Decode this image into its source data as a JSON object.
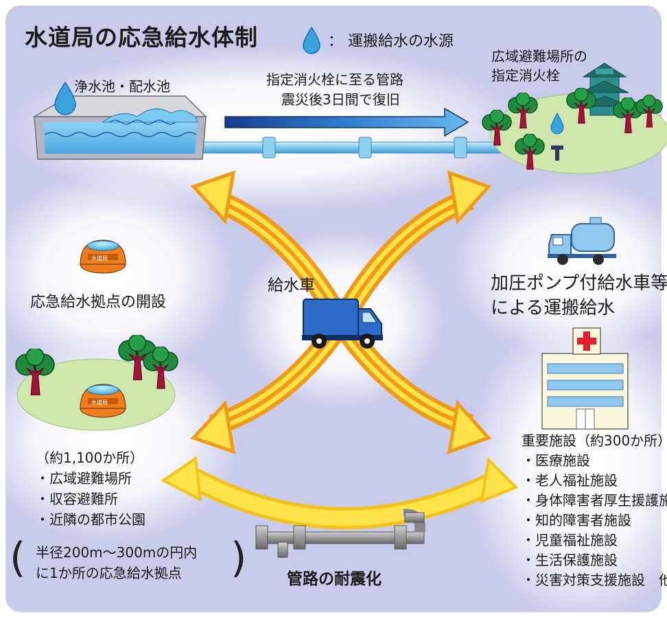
{
  "title": "水道局の応急給水体制",
  "legend": {
    "icon": "water-drop-icon",
    "text": "：  運搬給水の水源"
  },
  "reservoir_label": "浄水池・配水池",
  "pipeline_label": [
    "指定消火栓に至る管路",
    "震災後3日間で復旧"
  ],
  "shelter_label": [
    "広域避難場所の",
    "指定消火栓"
  ],
  "truck_label": "給水車",
  "left_mid_label": "応急給水拠点の開設",
  "right_mid_label": [
    "加圧ポンプ付給水車等",
    "による運搬給水"
  ],
  "left_list": {
    "heading": "（約1,100か所）",
    "items": [
      "・広域避難場所",
      "・収容避難所",
      "・近隣の都市公園"
    ]
  },
  "radius_note": [
    "半径200m～300mの円内",
    "に1か所の応急給水拠点"
  ],
  "pipe_label": "管路の耐震化",
  "right_list": {
    "heading": "重要施設（約300か所）",
    "items": [
      "・医療施設",
      "・老人福祉施設",
      "・身体障害者厚生援護施設",
      "・知的障害者施設",
      "・児童福祉施設",
      "・生活保護施設",
      "・災害対策支援施設　他"
    ]
  },
  "tank_stamp": "水道局",
  "colors": {
    "background": "#c9cbea",
    "arrow_orange": "#ef9a1a",
    "arrow_yellow": "#ffe34a",
    "truck_blue": "#2d6bc8",
    "tree_red": "#a3123a",
    "tree_green": "#1f8a3e",
    "grass": "#cfe6ad",
    "hospital_red": "#e0202a"
  }
}
